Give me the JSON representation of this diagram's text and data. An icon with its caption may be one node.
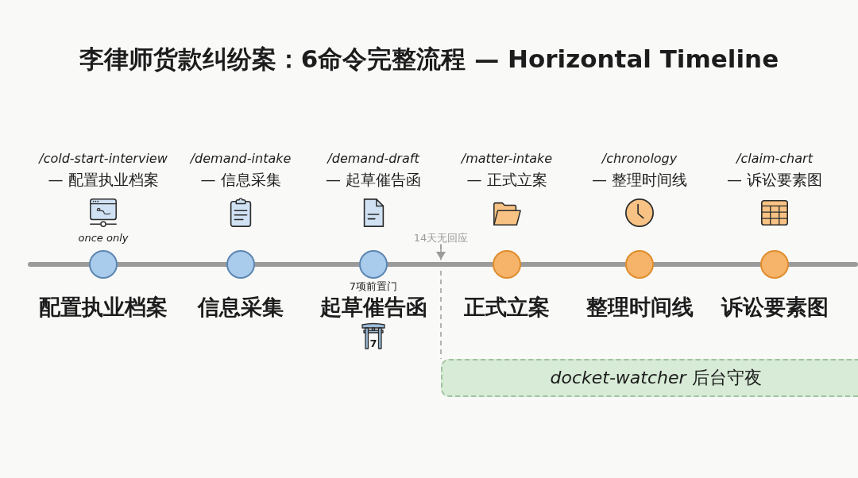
{
  "diagram": {
    "title": "李律师货款纠纷案：6命令完整流程 — Horizontal Timeline",
    "nodes": [
      {
        "text": [
          "once only",
          "配置执业档案"
        ],
        "beside": [
          "/cold-start-interview",
          "— 配置执业档案"
        ]
      },
      {
        "text": [
          "信息采集"
        ],
        "beside": [
          "/demand-intake",
          "— 信息采集"
        ]
      },
      {
        "text": [
          "7项前置门",
          "起草催告函",
          "7"
        ],
        "beside": [
          "/demand-draft",
          "— 起草催告函"
        ]
      },
      {
        "text": [
          "14天无回应"
        ]
      },
      {
        "text": [
          "正式立案"
        ],
        "beside": [
          "/matter-intake",
          "— 正式立案"
        ]
      },
      {
        "text": [
          "整理时间线"
        ],
        "beside": [
          "/chronology",
          "— 整理时间线"
        ]
      },
      {
        "text": [
          "诉讼要素图"
        ],
        "beside": [
          "/claim-chart",
          "— 诉讼要素图"
        ]
      },
      {
        "text": [
          "*docket-watcher* 后台守夜"
        ]
      }
    ],
    "edges": [
      {
        "from": null,
        "to": 0,
        "arrow": "none"
      },
      {
        "from": 0,
        "to": 1,
        "arrow": "none"
      },
      {
        "from": 1,
        "to": 2,
        "arrow": "none"
      },
      {
        "from": 2,
        "to": 4,
        "arrow": "none"
      },
      {
        "from": 4,
        "to": 5,
        "arrow": "none"
      },
      {
        "from": 5,
        "to": 6,
        "arrow": "none"
      },
      {
        "from": 6,
        "to": null,
        "arrow": "none"
      },
      {
        "from": 3,
        "to": 7,
        "arrow": "none",
        "style": "dashed",
        "color": "#b3b3b3"
      },
      {
        "from": 3,
        "to": null,
        "arrow": "to"
      }
    ]
  }
}
